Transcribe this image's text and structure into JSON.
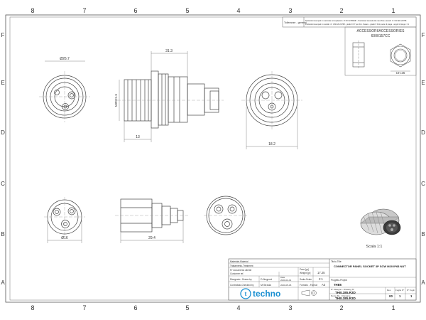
{
  "border": {
    "cols": [
      "8",
      "7",
      "6",
      "5",
      "4",
      "3",
      "2",
      "1"
    ],
    "rows": [
      "F",
      "E",
      "D",
      "C",
      "B",
      "A"
    ]
  },
  "tolerance": {
    "label": "Tolleranze - general",
    "line1": "Particolari stampati in materiale termoplastico: rif ISO 2768/MK - Particolari lavorati alle macchine utensili: rif. UNI EN 22768",
    "line2": "Particolari stampati in metallo: rif. UNI EN 22768 - grado f/ F7 per dim. fissare - grado f/ F11 quote di piega - angoli di piega: ± 1"
  },
  "accessories": {
    "title": "ACCESSORI/ACCESSORIES",
    "code": "6000157CC",
    "dim": "CH.25"
  },
  "dims": {
    "front_diam": "Ø26.7",
    "side_length": "31.3",
    "thread": "M20X1.5",
    "side_small": "13",
    "right_width": "18.2",
    "bottom_diam": "Ø16",
    "bottom_length": "29.4"
  },
  "scale_note": "Scala 1:1",
  "title_block": {
    "material_label": "Materiale-Material",
    "treatment_label": "Trattamento-Treatment",
    "doc_label": "N° documento cliente",
    "customer_label": "Customer ref.",
    "weight_label": "Peso [gr]",
    "weight_label2": "Weight [gr]",
    "weight_value": "17.25",
    "designed_label": "Disegnato - Drawn by",
    "designed_by": "D.Negroni",
    "designed_date_label": "Data",
    "designed_date": "2020-04-01",
    "scale_label": "Scala-Scale",
    "scale_value": "2:1",
    "checked_label": "Controllato-Checked by",
    "checked_by": "M.Strada",
    "checked_date": "2020-05-18",
    "format_label": "Formato - Format",
    "format_value": "A3",
    "title_label": "Titolo-Title",
    "title": "CONNECTOR PANEL SOCKET 3P SCW M20 IP68 NUT",
    "project_label": "Progetto-Project",
    "project": "THB5",
    "drawing_no_label": "N° Disegno - Drawing N°",
    "drawing_no": "THB.385.R3D",
    "filename_label": "Nome file - Filename",
    "filename": "THB.385.R3D",
    "rev_label": "Rev.",
    "rev": "00",
    "sheet_label": "Foglio N°",
    "sheet": "1",
    "sheets_label": "N° Fogli",
    "sheets": "1",
    "logo_text": "techno"
  }
}
